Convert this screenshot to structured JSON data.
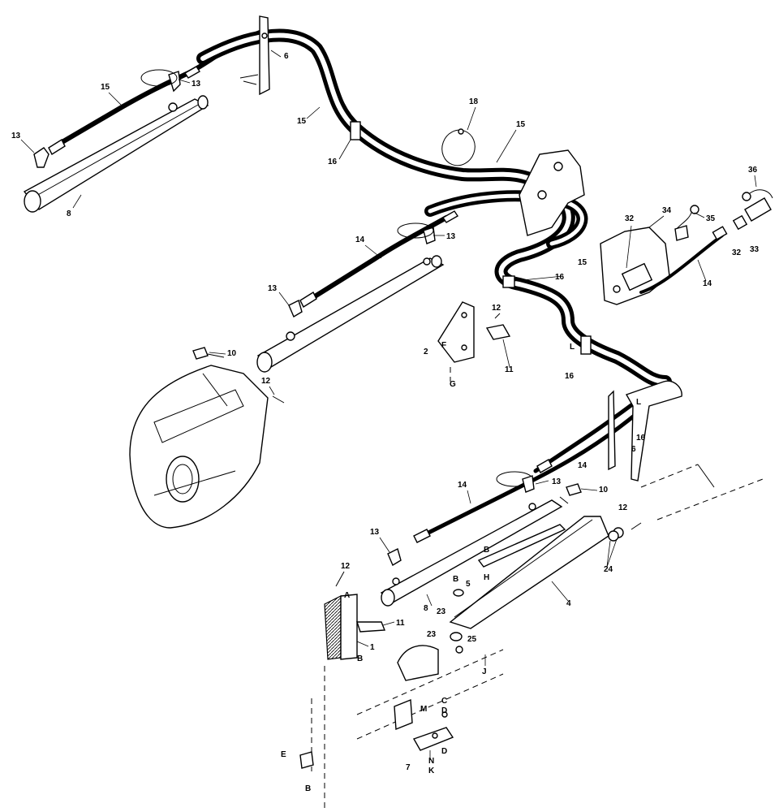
{
  "callouts": [
    {
      "id": "c1",
      "text": "15"
    },
    {
      "id": "c2",
      "text": "13"
    },
    {
      "id": "c3",
      "text": "6"
    },
    {
      "id": "c4",
      "text": "15"
    },
    {
      "id": "c5",
      "text": "13"
    },
    {
      "id": "c6",
      "text": "8"
    },
    {
      "id": "c7",
      "text": "16"
    },
    {
      "id": "c8",
      "text": "18"
    },
    {
      "id": "c9",
      "text": "15"
    },
    {
      "id": "c10",
      "text": "36"
    },
    {
      "id": "c11",
      "text": "34"
    },
    {
      "id": "c12",
      "text": "35"
    },
    {
      "id": "c13",
      "text": "32"
    },
    {
      "id": "c14",
      "text": "32"
    },
    {
      "id": "c15",
      "text": "33"
    },
    {
      "id": "c16",
      "text": "14"
    },
    {
      "id": "c17",
      "text": "13"
    },
    {
      "id": "c18",
      "text": "14"
    },
    {
      "id": "c19",
      "text": "16"
    },
    {
      "id": "c20",
      "text": "15"
    },
    {
      "id": "c21",
      "text": "13"
    },
    {
      "id": "c22",
      "text": "12"
    },
    {
      "id": "c23",
      "text": "2"
    },
    {
      "id": "c24",
      "text": "F"
    },
    {
      "id": "c25",
      "text": "11"
    },
    {
      "id": "c26",
      "text": "G"
    },
    {
      "id": "c27",
      "text": "10"
    },
    {
      "id": "c28",
      "text": "12"
    },
    {
      "id": "c29",
      "text": "L"
    },
    {
      "id": "c30",
      "text": "16"
    },
    {
      "id": "c31",
      "text": "L"
    },
    {
      "id": "c32",
      "text": "16"
    },
    {
      "id": "c33",
      "text": "6"
    },
    {
      "id": "c34",
      "text": "14"
    },
    {
      "id": "c35",
      "text": "14"
    },
    {
      "id": "c36",
      "text": "13"
    },
    {
      "id": "c37",
      "text": "10"
    },
    {
      "id": "c38",
      "text": "12"
    },
    {
      "id": "c39",
      "text": "13"
    },
    {
      "id": "c40",
      "text": "B"
    },
    {
      "id": "c41",
      "text": "H"
    },
    {
      "id": "c42",
      "text": "5"
    },
    {
      "id": "c43",
      "text": "24"
    },
    {
      "id": "c44",
      "text": "4"
    },
    {
      "id": "c45",
      "text": "12"
    },
    {
      "id": "c46",
      "text": "A"
    },
    {
      "id": "c47",
      "text": "B"
    },
    {
      "id": "c48",
      "text": "23"
    },
    {
      "id": "c49",
      "text": "8"
    },
    {
      "id": "c50",
      "text": "11"
    },
    {
      "id": "c51",
      "text": "23"
    },
    {
      "id": "c52",
      "text": "25"
    },
    {
      "id": "c53",
      "text": "1"
    },
    {
      "id": "c54",
      "text": "B"
    },
    {
      "id": "c55",
      "text": "J"
    },
    {
      "id": "c56",
      "text": "M"
    },
    {
      "id": "c57",
      "text": "C"
    },
    {
      "id": "c58",
      "text": "D"
    },
    {
      "id": "c59",
      "text": "D"
    },
    {
      "id": "c60",
      "text": "E"
    },
    {
      "id": "c61",
      "text": "7"
    },
    {
      "id": "c62",
      "text": "N"
    },
    {
      "id": "c63",
      "text": "K"
    },
    {
      "id": "c64",
      "text": "B"
    }
  ]
}
